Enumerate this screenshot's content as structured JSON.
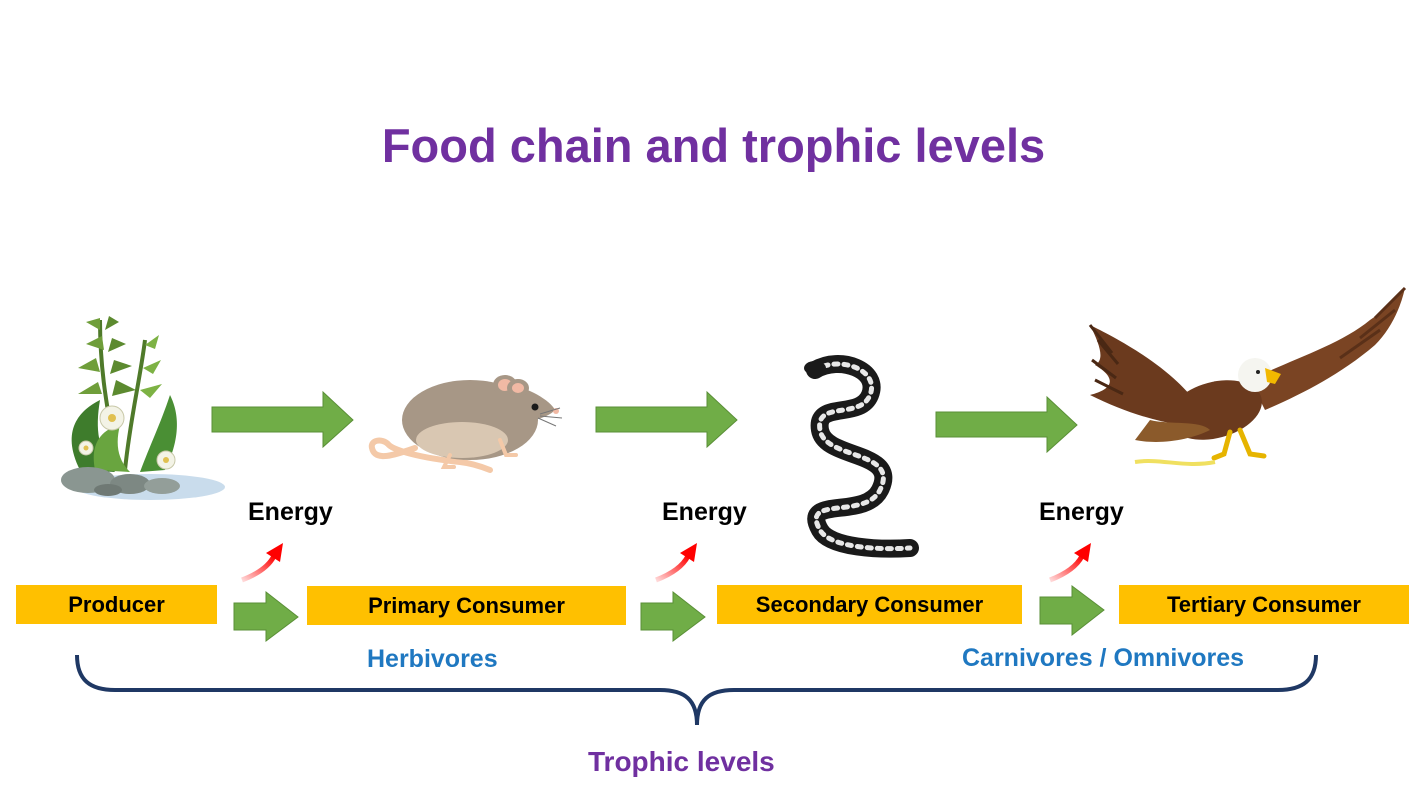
{
  "title": "Food chain and trophic levels",
  "levels": [
    {
      "label": "Producer",
      "organism": "plant"
    },
    {
      "label": "Primary Consumer",
      "organism": "mouse"
    },
    {
      "label": "Secondary Consumer",
      "organism": "snake"
    },
    {
      "label": "Tertiary Consumer",
      "organism": "eagle"
    }
  ],
  "energy_label": "Energy",
  "groups": {
    "herbivores": "Herbivores",
    "carnivores": "Carnivores / Omnivores"
  },
  "bracket_label": "Trophic levels",
  "colors": {
    "title": "#7030a0",
    "level_box": "#ffc000",
    "arrow": "#70ad47",
    "energy_arrow": "#ff0000",
    "group_text": "#1f78c1",
    "bracket": "#1f3864"
  },
  "icons": [
    "plant-icon",
    "mouse-icon",
    "snake-icon",
    "eagle-icon",
    "flow-arrow-icon",
    "energy-arrow-icon"
  ]
}
